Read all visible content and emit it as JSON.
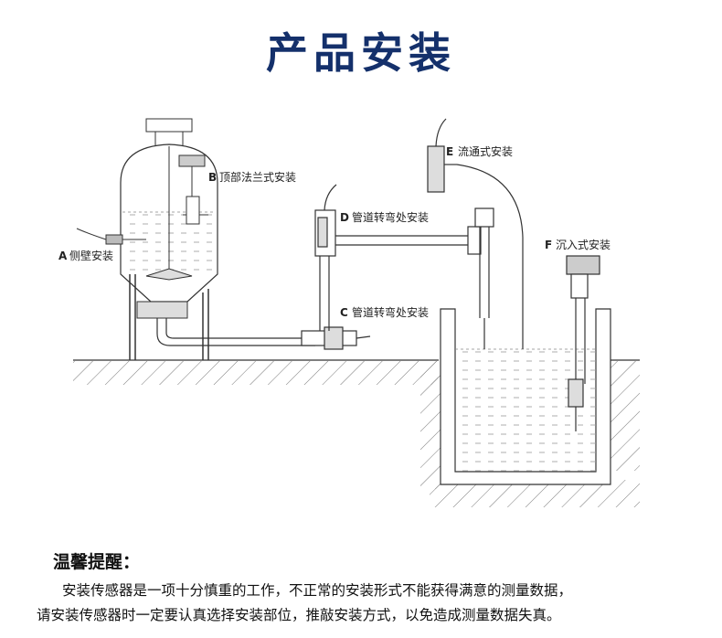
{
  "title": "产品安装",
  "labels": {
    "a": {
      "letter": "A",
      "text": "侧壁安装"
    },
    "b": {
      "letter": "B",
      "text": "顶部法兰式安装"
    },
    "c": {
      "letter": "C",
      "text": "管道转弯处安装"
    },
    "d": {
      "letter": "D",
      "text": "管道转弯处安装"
    },
    "e": {
      "letter": "E",
      "text": "流通式安装"
    },
    "f": {
      "letter": "F",
      "text": "沉入式安装"
    }
  },
  "notice": {
    "heading": "温馨提醒：",
    "line1": "安装传感器是一项十分慎重的工作，不正常的安装形式不能获得满意的测量数据，",
    "line2": "请安装传感器时一定要认真选择安装部位，推敲安装方式，以免造成测量数据失真。"
  }
}
